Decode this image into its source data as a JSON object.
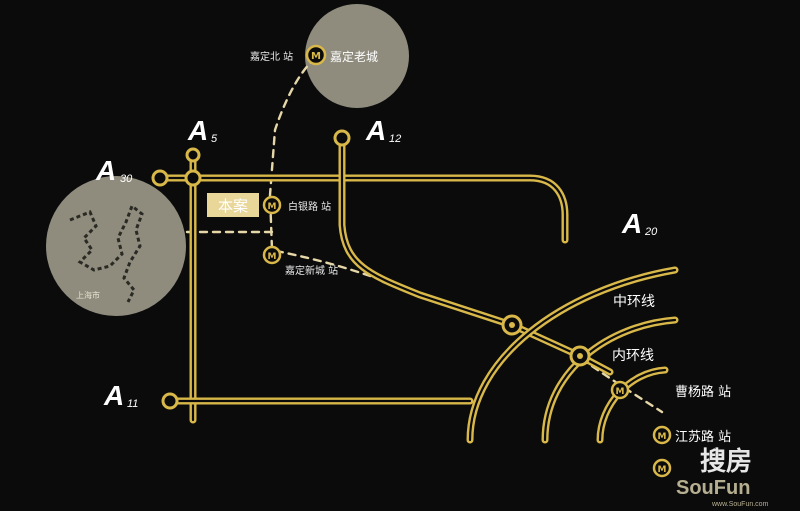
{
  "roads": {
    "a30": {
      "main": "A",
      "sub": "30"
    },
    "a5": {
      "main": "A",
      "sub": "5"
    },
    "a12": {
      "main": "A",
      "sub": "12"
    },
    "a20": {
      "main": "A",
      "sub": "20"
    },
    "a11": {
      "main": "A",
      "sub": "11"
    },
    "middle_ring": "中环线",
    "inner_ring": "内环线"
  },
  "stations": {
    "jiading_north": "嘉定北 站",
    "jiading_old_town": "嘉定老城",
    "baiyin_road": "白银路 站",
    "jiading_new_town": "嘉定新城 站",
    "caoyang_road": "曹杨路 站",
    "jiangsu_road": "江苏路 站"
  },
  "project": {
    "label": "本案"
  },
  "shanghai_circle": {
    "label": "上海市"
  },
  "watermark": {
    "cn_text": "搜房",
    "en_text": "SouFun",
    "url": "www.SouFun.com"
  },
  "colors": {
    "background": "#0b0b0b",
    "road": "#d9b84a",
    "metro_line": "#e6d7a8",
    "circle_fill": "#8f8c7e",
    "project_box": "#e9d79a"
  },
  "icons": [
    "metro-station-icon",
    "road-junction-icon"
  ]
}
